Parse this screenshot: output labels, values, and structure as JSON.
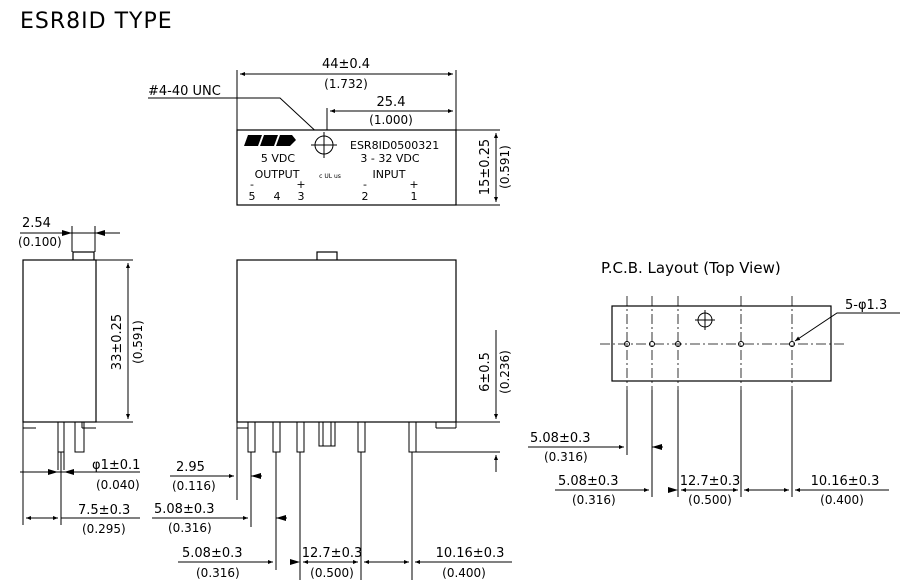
{
  "title": "ESR8ID TYPE",
  "top_view": {
    "thread_label": "#4-40 UNC",
    "width_mm": "44±0.4",
    "width_in": "(1.732)",
    "hole_mm": "25.4",
    "hole_in": "(1.000)",
    "height_mm": "15±0.25",
    "height_in": "(0.591)",
    "part_number": "ESR8ID0500321",
    "output_voltage": "5 VDC",
    "input_voltage": "3 - 32 VDC",
    "output_label": "OUTPUT",
    "input_label": "INPUT",
    "ul_mark": "c UL us",
    "out_minus": "-",
    "out_plus": "+",
    "in_minus": "-",
    "in_plus": "+",
    "pin5": "5",
    "pin4": "4",
    "pin3": "3",
    "pin2": "2",
    "pin1": "1"
  },
  "side_view": {
    "screw_mm": "2.54",
    "screw_in": "(0.100)",
    "height_mm": "33±0.25",
    "height_in": "(0.591)",
    "pin_dia_mm": "φ1±0.1",
    "pin_dia_in": "(0.040)",
    "pin_off_mm": "7.5±0.3",
    "pin_off_in": "(0.295)"
  },
  "front_view": {
    "pin_len_mm": "6±0.5",
    "pin_len_in": "(0.236)",
    "edge_mm": "2.95",
    "edge_in": "(0.116)",
    "p1_mm": "5.08±0.3",
    "p1_in": "(0.316)",
    "p2_mm": "5.08±0.3",
    "p2_in": "(0.316)",
    "p3_mm": "12.7±0.3",
    "p3_in": "(0.500)",
    "p4_mm": "10.16±0.3",
    "p4_in": "(0.400)"
  },
  "pcb": {
    "title": "P.C.B. Layout (Top View)",
    "holes": "5-φ1.3",
    "p1_mm": "5.08±0.3",
    "p1_in": "(0.316)",
    "p2_mm": "5.08±0.3",
    "p2_in": "(0.316)",
    "p3_mm": "12.7±0.3",
    "p3_in": "(0.500)",
    "p4_mm": "10.16±0.3",
    "p4_in": "(0.400)"
  }
}
